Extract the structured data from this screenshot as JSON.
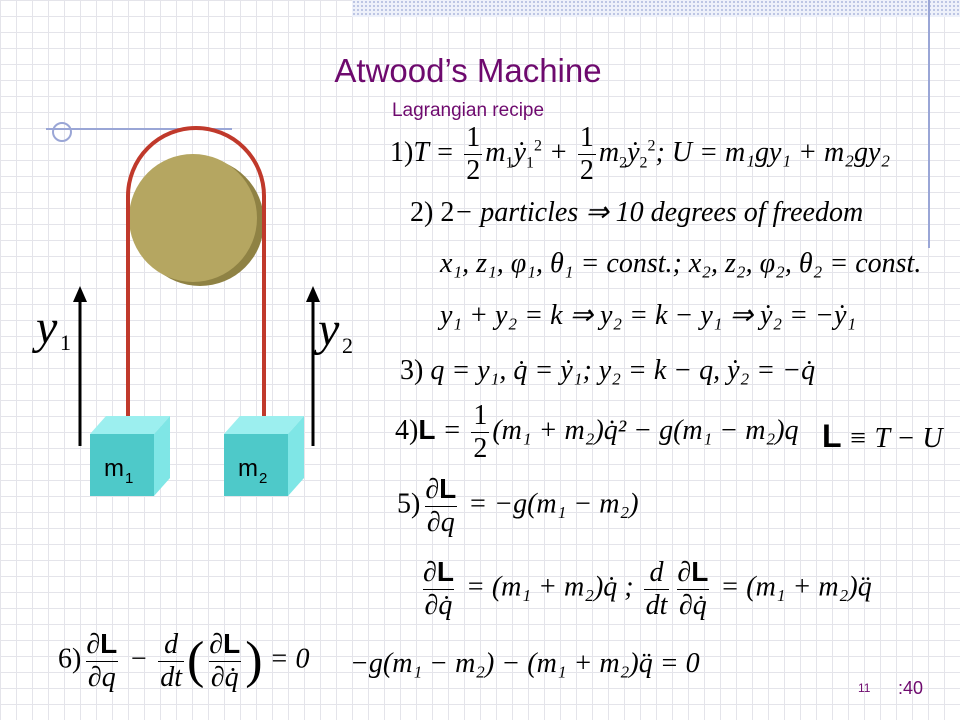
{
  "slide": {
    "title": "Atwood’s Machine",
    "subtitle": "Lagrangian recipe",
    "page_number": "11",
    "page_total": ":40"
  },
  "diagram": {
    "mass1": {
      "label": "m",
      "sub": "1"
    },
    "mass2": {
      "label": "m",
      "sub": "2"
    },
    "coord1": {
      "label": "y",
      "sub": "1"
    },
    "coord2": {
      "label": "y",
      "sub": "2"
    },
    "colors": {
      "pulley": "#b5a661",
      "rope": "#c0392b",
      "block_front": "#4ec9c9",
      "block_side": "#7fe6e6"
    }
  },
  "equations": {
    "eq1": {
      "num": "1)",
      "lhs": "T = ",
      "half": "1",
      "two": "2",
      "m1": "m",
      "y1": "ẏ",
      "plus": " + ",
      "m2": "m",
      "y2": "ẏ",
      "rest": "; U = m₁gy₁ + m₂gy₂"
    },
    "eq2": {
      "num": "2) 2",
      "text": "− particles ⇒ 10 degrees of freedom"
    },
    "eq3": {
      "text": "x₁, z₁, φ₁, θ₁ = const.; x₂, z₂, φ₂, θ₂ = const."
    },
    "eq4": {
      "text": "y₁ + y₂ = k ⇒ y₂ = k − y₁ ⇒ ẏ₂ = −ẏ₁"
    },
    "eq5": {
      "num": "3)",
      "text": " q = y₁, q̇ = ẏ₁; y₂ = k − q, ẏ₂ = −q̇"
    },
    "eq6": {
      "num": "4)",
      "L": "L",
      "eqsign": " = ",
      "half_n": "1",
      "half_d": "2",
      "rest": "(m₁ + m₂)q̇² − g(m₁ − m₂)q"
    },
    "eq6_def": {
      "L": "L",
      "rest": " ≡ T − U"
    },
    "eq7": {
      "num": "5)",
      "d": "∂",
      "L": "L",
      "dq": "∂q",
      "rest": " = −g(m₁ − m₂)"
    },
    "eq8": {
      "d": "∂",
      "L": "L",
      "dqdot": "∂q̇",
      "mid": " = (m₁ + m₂)q̇ ; ",
      "dd": "d",
      "dt": "dt",
      "rest": " = (m₁ + m₂)q̈"
    },
    "eq9": {
      "num": "6)",
      "d": "∂",
      "L": "L",
      "dq": "∂q",
      "minus": " − ",
      "dd": "d",
      "dt": "dt",
      "dqdot": "∂q̇",
      "rest": " = 0"
    },
    "eq10": {
      "text": "−g(m₁ − m₂) − (m₁ + m₂)q̈ = 0"
    }
  }
}
